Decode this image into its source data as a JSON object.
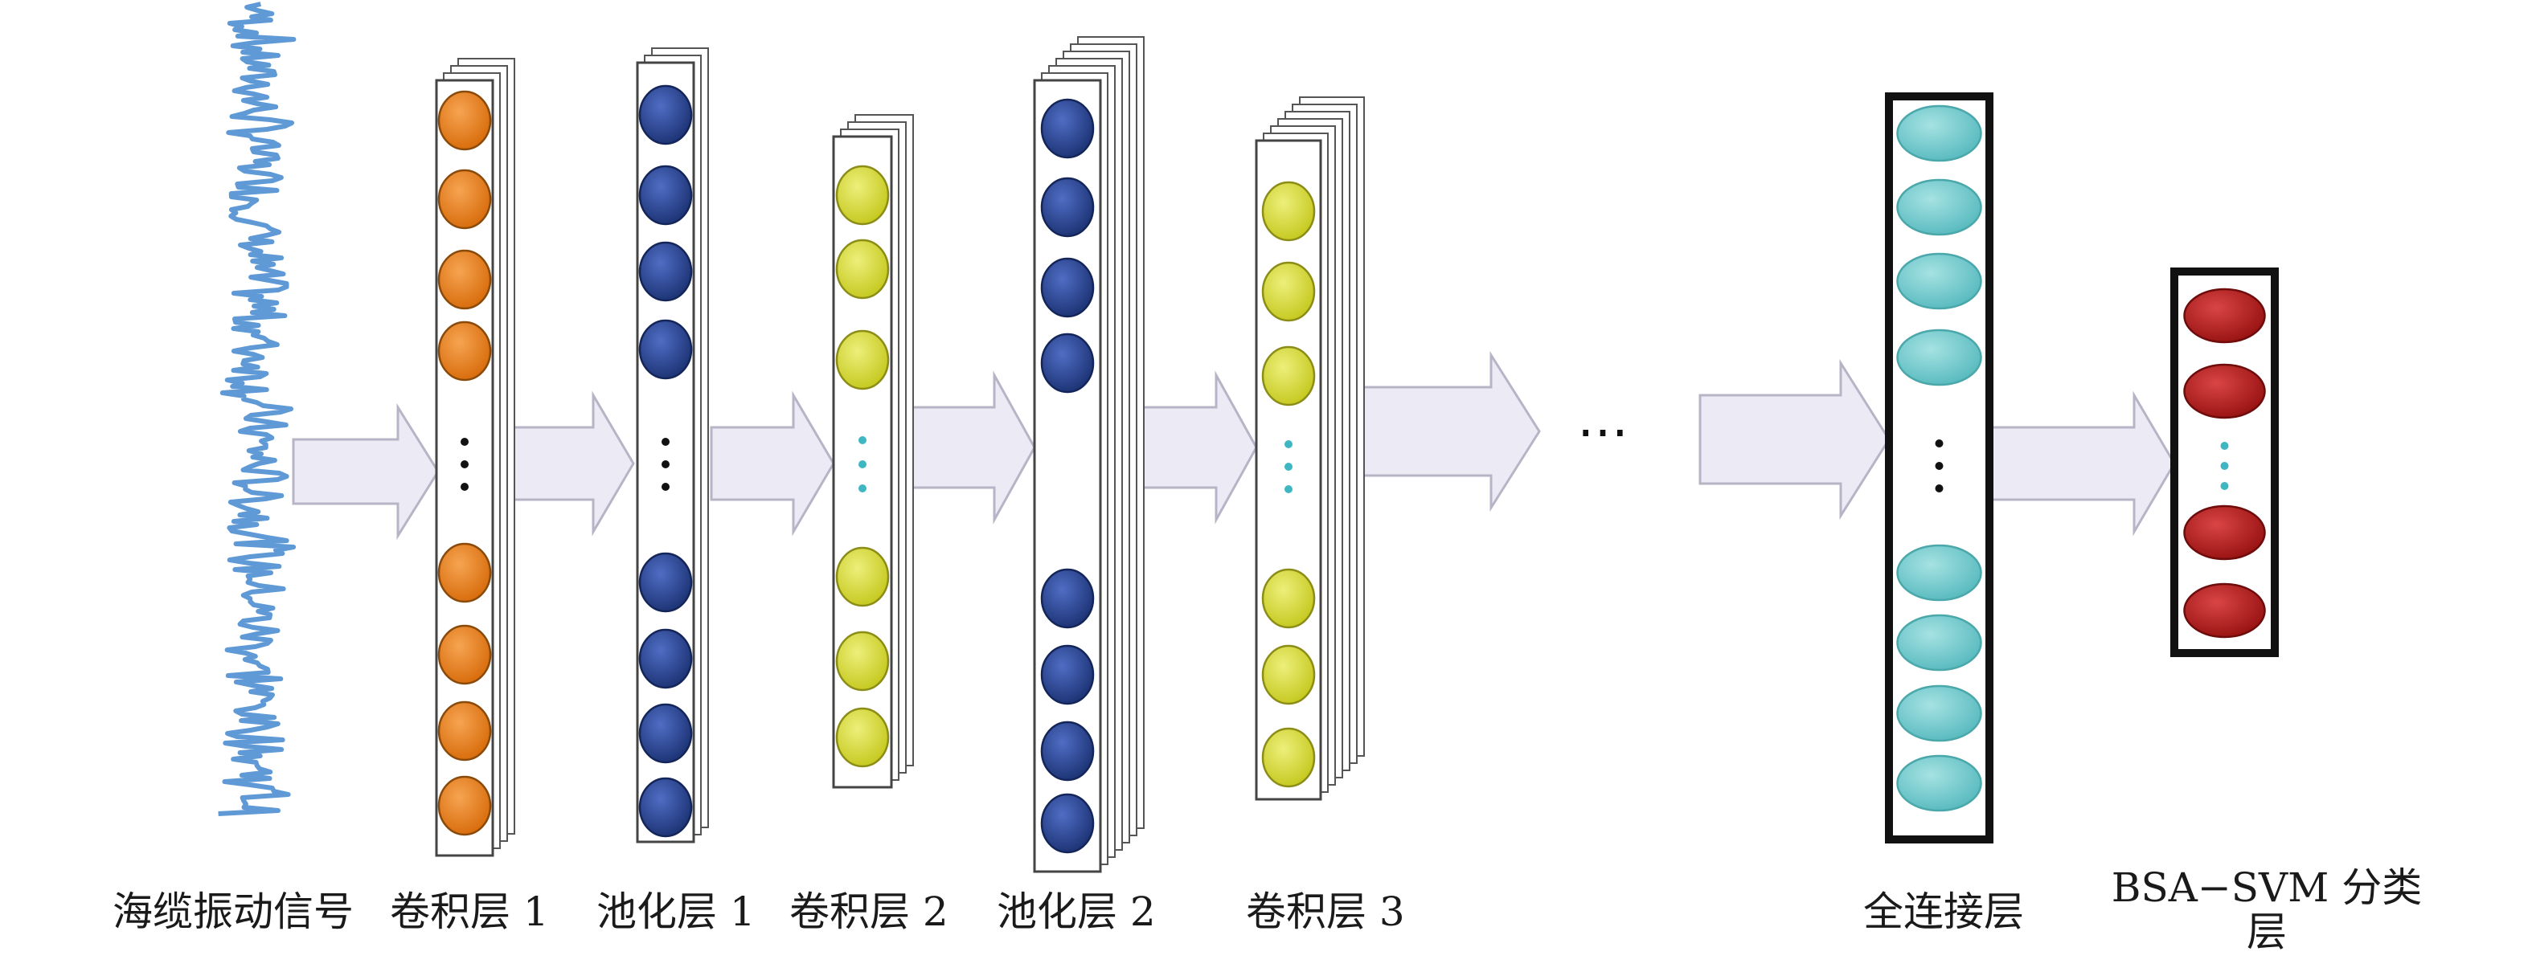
{
  "labels": {
    "signal": "海缆振动信号",
    "conv1": "卷积层 1",
    "pool1": "池化层 1",
    "conv2": "卷积层 2",
    "pool2": "池化层 2",
    "conv3": "卷积层 3",
    "fc": "全连接层",
    "output": "BSA−SVM 分类层"
  },
  "gap_ellipsis": "…",
  "colors": {
    "signal": "#5f9ad6",
    "conv1": "#e8821e",
    "pool1": "#2e4a9c",
    "conv2": "#d9dc3a",
    "pool2": "#2e4a9c",
    "conv3": "#d9dc3a",
    "fc": "#6ec9cc",
    "output": "#b51d1d",
    "arrow_fill": "#eceaf5",
    "arrow_stroke": "#b7b4c6"
  }
}
